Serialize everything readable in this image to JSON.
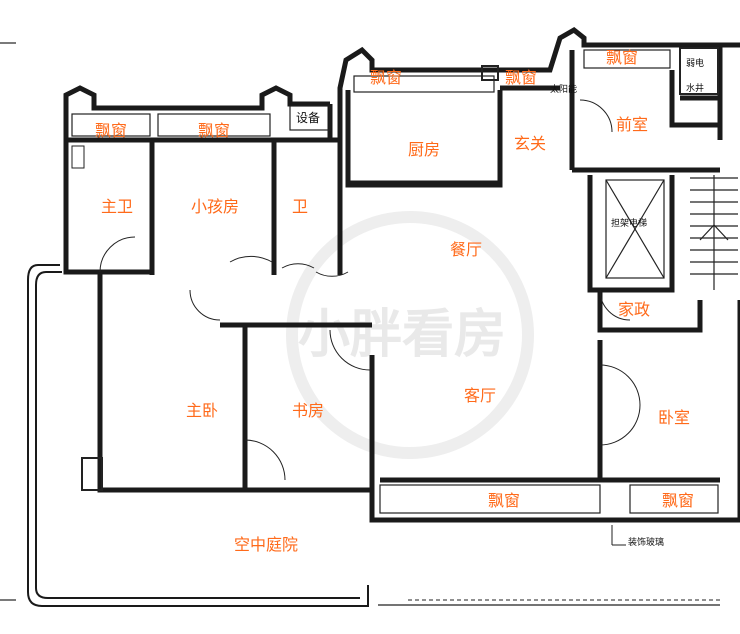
{
  "watermark": {
    "text": "小胖看房"
  },
  "rooms": {
    "bay_window_master_bath": "飘窗",
    "bay_window_kids": "飘窗",
    "equipment": "设备",
    "bay_window_kitchen": "飘窗",
    "bay_window_entry": "飘窗",
    "bay_window_front": "飘窗",
    "weak_current": "弱电",
    "water_well": "水井",
    "front_room": "前室",
    "water_heater": "太阳能",
    "kitchen": "厨房",
    "foyer": "玄关",
    "master_bath": "主卫",
    "kids_room": "小孩房",
    "bath": "卫",
    "dining": "餐厅",
    "elevator": "担架电梯",
    "housekeeping": "家政",
    "master_bedroom": "主卧",
    "study": "书房",
    "living_room": "客厅",
    "bedroom": "卧室",
    "bay_window_living": "飘窗",
    "bay_window_bedroom": "飘窗",
    "sky_garden": "空中庭院",
    "decor_glass": "装饰玻璃"
  },
  "colors": {
    "label": "#ff6a1a",
    "wall": "#1a1a1a",
    "watermark": "#e9e9e9"
  }
}
